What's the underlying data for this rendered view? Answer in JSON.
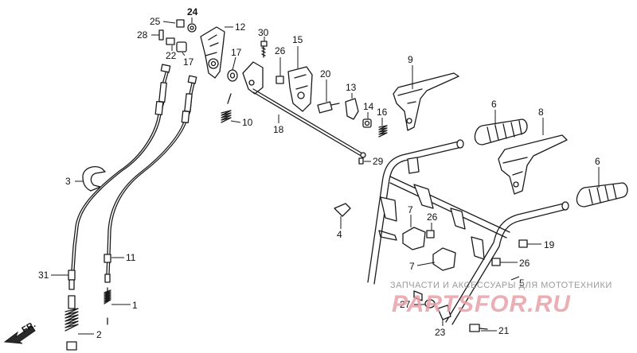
{
  "diagram": {
    "callouts": [
      "25",
      "24",
      "12",
      "28",
      "22",
      "17",
      "30",
      "15",
      "26",
      "9",
      "17",
      "20",
      "13",
      "14",
      "16",
      "18",
      "10",
      "29",
      "6",
      "8",
      "3",
      "6",
      "4",
      "7",
      "26",
      "19",
      "11",
      "7",
      "26",
      "31",
      "1",
      "27",
      "2",
      "23",
      "21",
      "5"
    ],
    "direction_label": "FR.",
    "watermark_text": "ЗАПЧАСТИ И АКСЕССУАРЫ ДЛЯ МОТОТЕХНИКИ",
    "watermark_logo": "PARTSFOR.RU"
  }
}
